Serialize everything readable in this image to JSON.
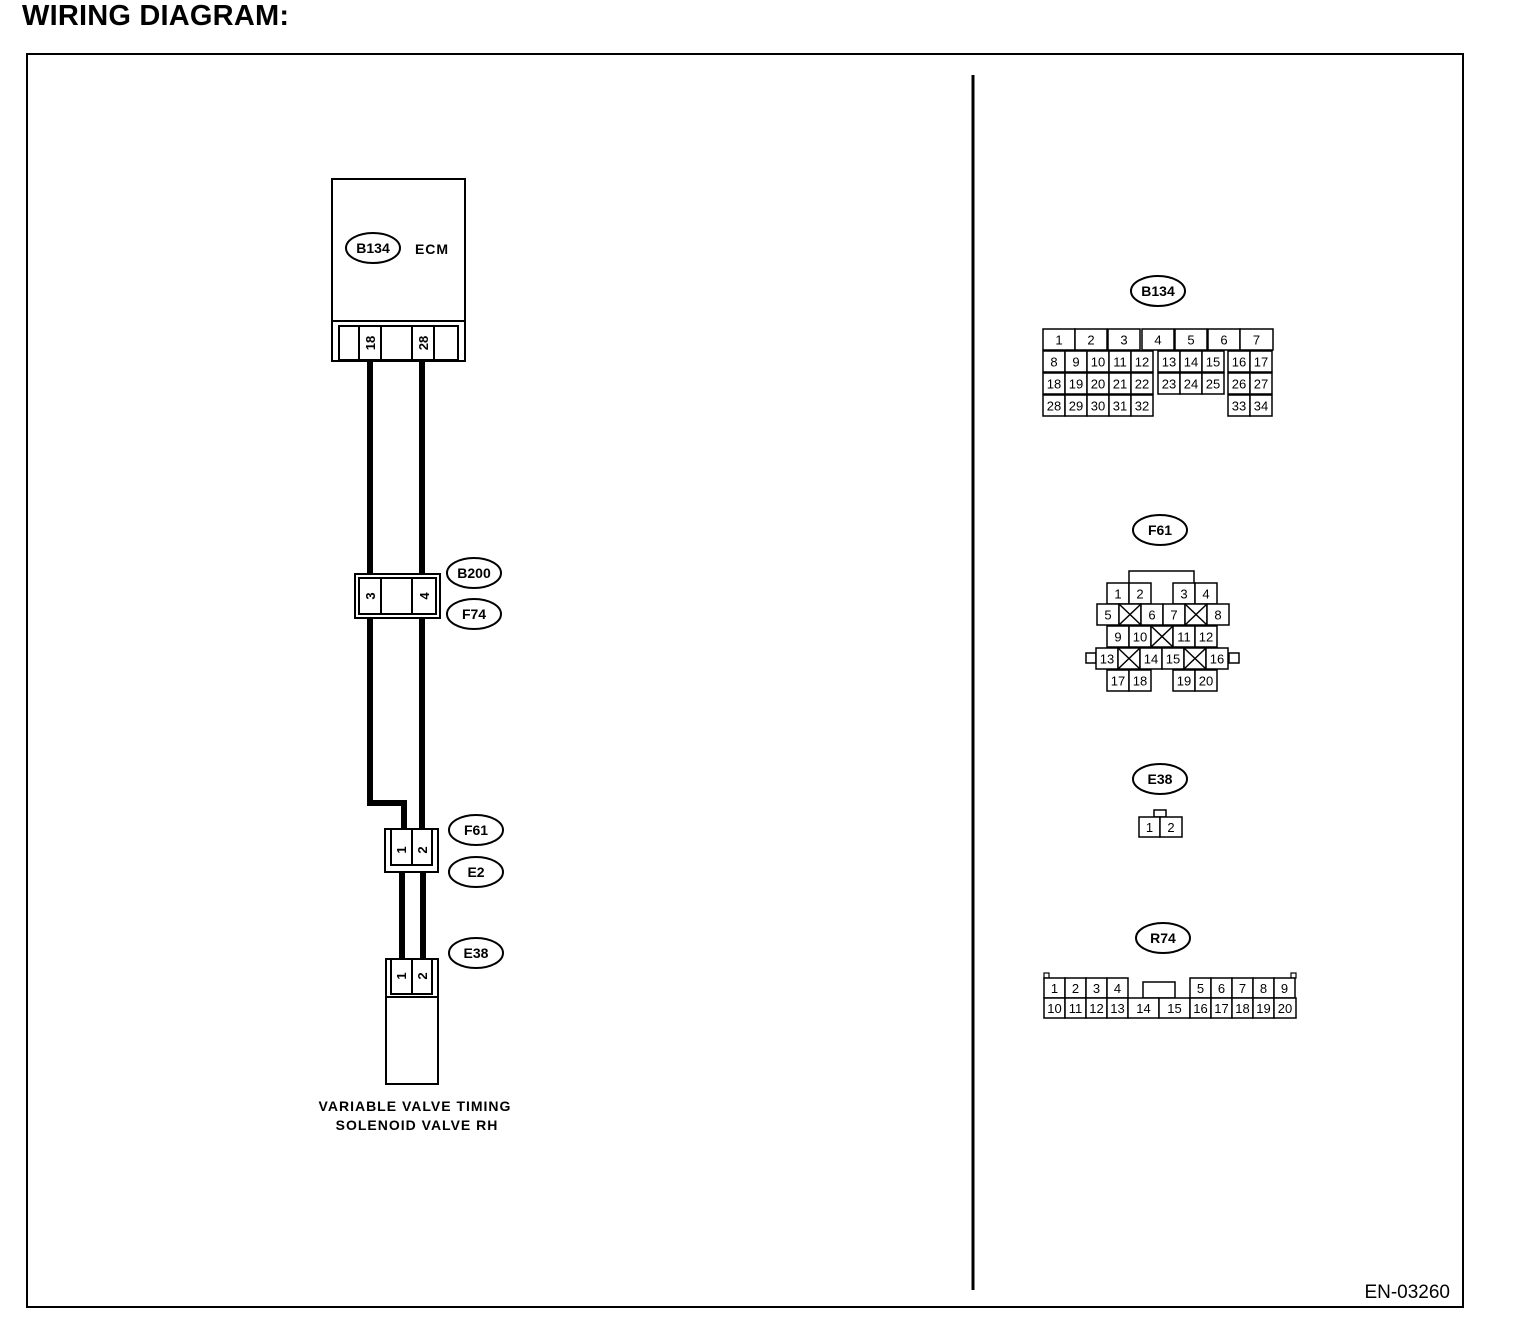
{
  "page": {
    "heading": "WIRING DIAGRAM:",
    "code": "EN-03260"
  },
  "ecm": {
    "connector_tag": "B134",
    "name": "ECM",
    "pins": [
      "18",
      "28"
    ]
  },
  "joint_b200_f74": {
    "tag_top": "B200",
    "tag_bottom": "F74",
    "pins": [
      "3",
      "4"
    ]
  },
  "joint_f61_e2": {
    "tag_top": "F61",
    "tag_bottom": "E2",
    "pins": [
      "1",
      "2"
    ]
  },
  "solenoid": {
    "connector_tag": "E38",
    "pins": [
      "1",
      "2"
    ],
    "label_line1": "VARIABLE VALVE TIMING",
    "label_line2": "SOLENOID VALVE RH"
  },
  "connector_views": {
    "b134": {
      "tag": "B134",
      "row1": [
        "1",
        "2",
        "3",
        "4",
        "5",
        "6",
        "7"
      ],
      "row2": [
        "8",
        "9",
        "10",
        "11",
        "12",
        "13",
        "14",
        "15",
        "16",
        "17"
      ],
      "row3": [
        "18",
        "19",
        "20",
        "21",
        "22",
        "23",
        "24",
        "25",
        "26",
        "27"
      ],
      "row4": [
        "28",
        "29",
        "30",
        "31",
        "32",
        "33",
        "34"
      ]
    },
    "f61": {
      "tag": "F61",
      "row1": [
        "1",
        "2",
        "3",
        "4"
      ],
      "row2": [
        "5",
        "6",
        "7",
        "8"
      ],
      "row3": [
        "9",
        "10",
        "11",
        "12"
      ],
      "row4": [
        "13",
        "14",
        "15",
        "16"
      ],
      "row5": [
        "17",
        "18",
        "19",
        "20"
      ]
    },
    "e38": {
      "tag": "E38",
      "pins": [
        "1",
        "2"
      ]
    },
    "r74": {
      "tag": "R74",
      "row1": [
        "1",
        "2",
        "3",
        "4",
        "5",
        "6",
        "7",
        "8",
        "9"
      ],
      "row2": [
        "10",
        "11",
        "12",
        "13",
        "14",
        "15",
        "16",
        "17",
        "18",
        "19",
        "20"
      ]
    }
  }
}
